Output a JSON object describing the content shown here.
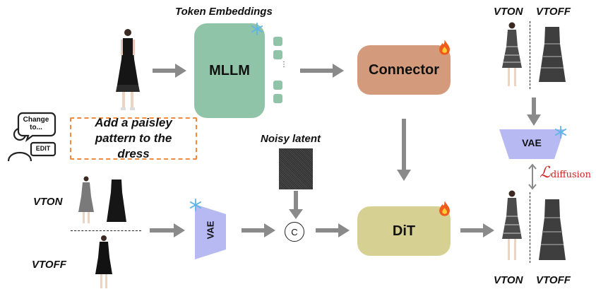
{
  "labels": {
    "token_embeddings": "Token Embeddings",
    "mllm": "MLLM",
    "connector": "Connector",
    "dit": "DiT",
    "vae_top": "VAE",
    "vae_mid": "VAE",
    "noisy_latent": "Noisy latent",
    "concat": "C",
    "instruction": "Add a paisley pattern to the dress",
    "bubble_text": "Change to...",
    "bubble_edit": "EDIT",
    "vton_left": "VTON",
    "vtoff_left": "VTOFF",
    "vton_top": "VTON",
    "vtoff_top": "VTOFF",
    "vton_bottom": "VTON",
    "vtoff_bottom": "VTOFF",
    "loss_symbol": "ℒ",
    "loss_subscript": "diffusion"
  },
  "colors": {
    "mllm": "#8fc4a8",
    "connector": "#d49a7c",
    "dit": "#d6d192",
    "vae": "#b7b9f2",
    "arrow": "#8a8a8a",
    "instruction_border": "#f08a3c",
    "loss": "#d21f1f"
  },
  "icons": {
    "frozen": "snowflake-icon",
    "trainable": "fire-icon",
    "user": "user-icon"
  }
}
